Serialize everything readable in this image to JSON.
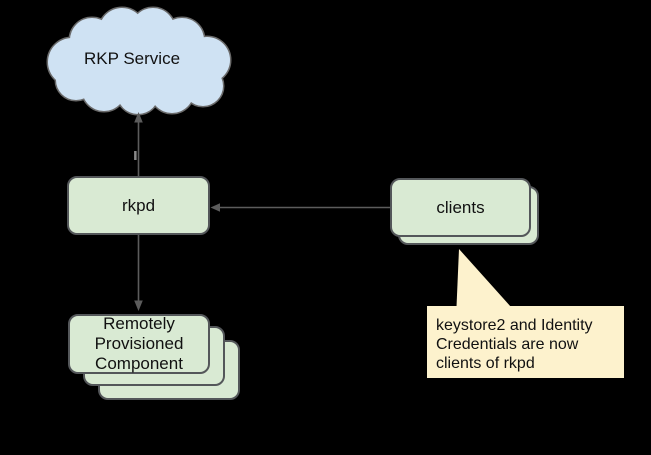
{
  "diagram": {
    "background_color": "#000000",
    "line_color": "#5c5c5c",
    "nodes": {
      "rkp_service": {
        "label": "RKP Service",
        "shape": "cloud",
        "fill": "#cfe2f3",
        "stroke": "#6a6a6a"
      },
      "rkpd": {
        "label": "rkpd",
        "shape": "rounded-rect",
        "fill": "#d9ead3",
        "stroke": "#54575a"
      },
      "clients": {
        "label": "clients",
        "shape": "rounded-rect-stack",
        "stack_count": 2,
        "fill": "#d9ead3",
        "stroke": "#54575a"
      },
      "rpc": {
        "label": "Remotely Provisioned Component",
        "lines": [
          "Remotely",
          "Provisioned",
          "Component"
        ],
        "shape": "rounded-rect-stack",
        "stack_count": 3,
        "fill": "#d9ead3",
        "stroke": "#54575a"
      }
    },
    "edges": [
      {
        "from": "rkpd",
        "to": "rkp_service",
        "direction": "up",
        "arrowhead": "at-rkp-service"
      },
      {
        "from": "clients",
        "to": "rkpd",
        "direction": "left",
        "arrowhead": "at-rkpd"
      },
      {
        "from": "rkpd",
        "to": "rpc",
        "direction": "down",
        "arrowhead": "at-rpc"
      }
    ],
    "callout": {
      "text": "keystore2 and Identity Credentials are now clients of rkpd",
      "lines": [
        "keystore2 and Identity",
        "Credentials are now",
        "clients of rkpd"
      ],
      "fill": "#fdf2cd",
      "points_to": "clients"
    }
  }
}
